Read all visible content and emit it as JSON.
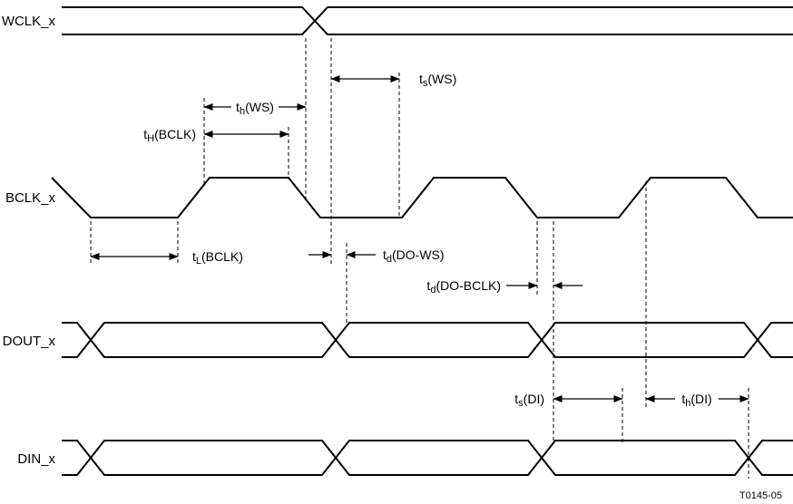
{
  "diagram": {
    "figure_id": "T0145-05",
    "colors": {
      "line": "#000000",
      "background": "#ffffff"
    },
    "signals": [
      {
        "label": "WCLK_x",
        "type": "word-clock-bus"
      },
      {
        "label": "BCLK_x",
        "type": "bit-clock"
      },
      {
        "label": "DOUT_x",
        "type": "data-out-bus"
      },
      {
        "label": "DIN_x",
        "type": "data-in-bus"
      }
    ],
    "timings": [
      {
        "label": "ts(WS)",
        "prefix": "t",
        "sub": "s",
        "suffix": "(WS)"
      },
      {
        "label": "th(WS)",
        "prefix": "t",
        "sub": "h",
        "suffix": "(WS)"
      },
      {
        "label": "tH(BCLK)",
        "prefix": "t",
        "sub": "H",
        "suffix": "(BCLK)"
      },
      {
        "label": "tL(BCLK)",
        "prefix": "t",
        "sub": "L",
        "suffix": "(BCLK)"
      },
      {
        "label": "td(DO-WS)",
        "prefix": "t",
        "sub": "d",
        "suffix": "(DO-WS)"
      },
      {
        "label": "td(DO-BCLK)",
        "prefix": "t",
        "sub": "d",
        "suffix": "(DO-BCLK)"
      },
      {
        "label": "ts(DI)",
        "prefix": "t",
        "sub": "s",
        "suffix": "(DI)"
      },
      {
        "label": "th(DI)",
        "prefix": "t",
        "sub": "h",
        "suffix": "(DI)"
      }
    ]
  }
}
